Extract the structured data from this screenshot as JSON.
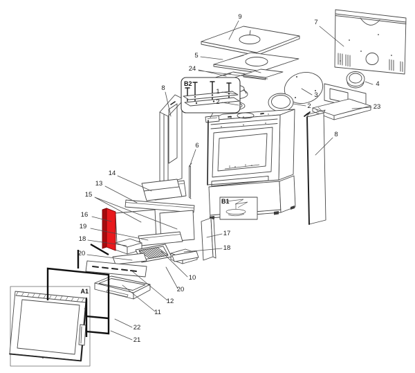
{
  "diagram": {
    "description": "Exploded parts diagram of a wood-burning stove / fireplace insert",
    "background": "#ffffff",
    "line_color": "#454545",
    "highlight": {
      "part_number": "16",
      "name": "side lining panel (highlighted selection)",
      "fill": "#e8191d",
      "shade": "#a60b0e",
      "outline": "#7e0608"
    },
    "callouts": [
      {
        "text": "9"
      },
      {
        "text": "7"
      },
      {
        "text": "5"
      },
      {
        "text": "24"
      },
      {
        "text": "8"
      },
      {
        "text": "1"
      },
      {
        "text": "2"
      },
      {
        "text": "3"
      },
      {
        "text": "2"
      },
      {
        "text": "4"
      },
      {
        "text": "23"
      },
      {
        "text": "6"
      },
      {
        "text": "8"
      },
      {
        "text": "14"
      },
      {
        "text": "13"
      },
      {
        "text": "15"
      },
      {
        "text": "16"
      },
      {
        "text": "19"
      },
      {
        "text": "18"
      },
      {
        "text": "17"
      },
      {
        "text": "18"
      },
      {
        "text": "20"
      },
      {
        "text": "10"
      },
      {
        "text": "20"
      },
      {
        "text": "12"
      },
      {
        "text": "11"
      },
      {
        "text": "22"
      },
      {
        "text": "21"
      }
    ],
    "group_labels": [
      {
        "text": "B2"
      },
      {
        "text": "B1"
      },
      {
        "text": "A1"
      }
    ]
  }
}
